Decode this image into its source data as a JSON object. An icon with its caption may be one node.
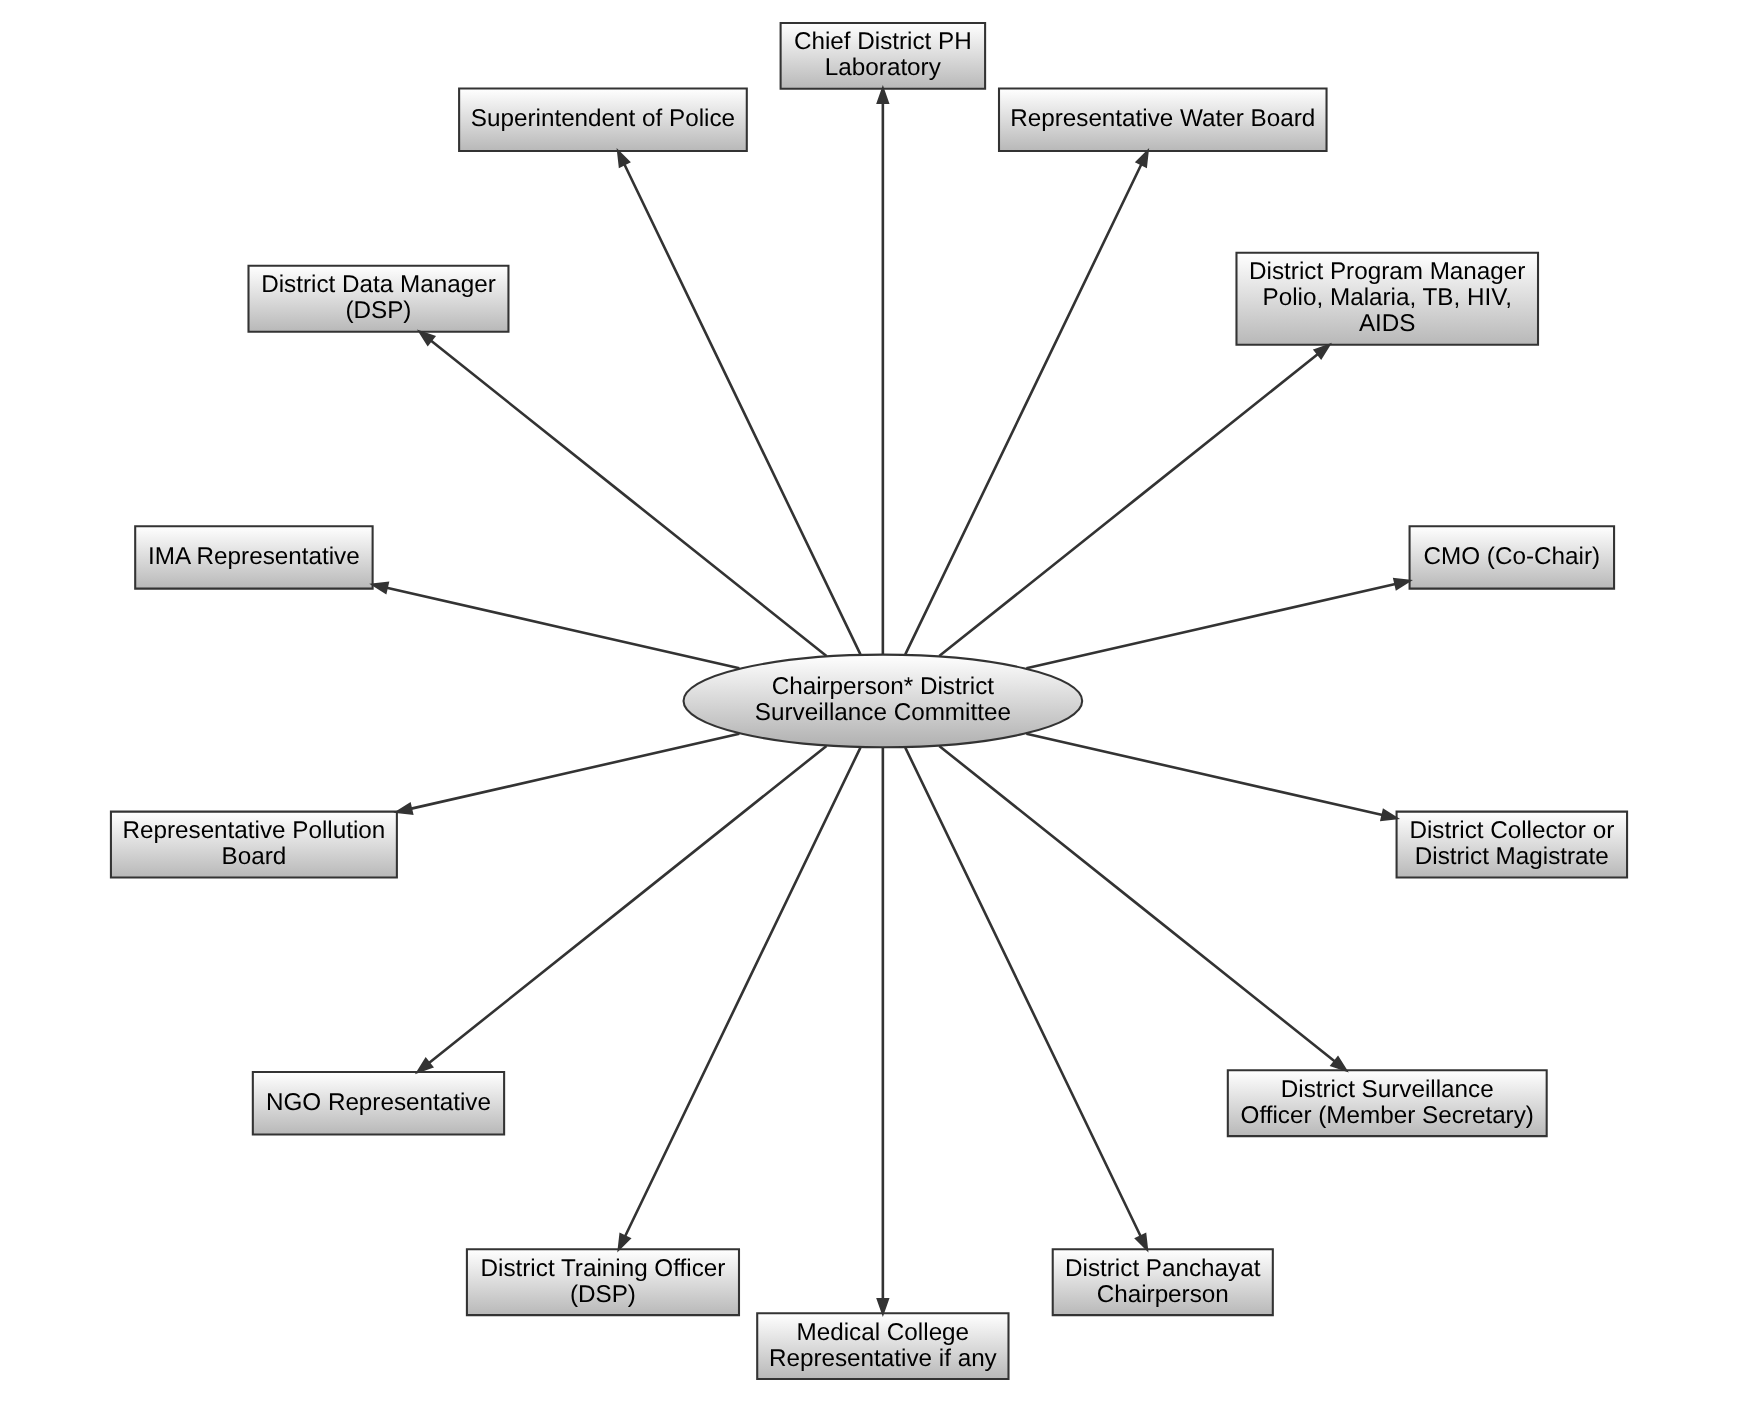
{
  "diagram": {
    "nodes": [
      {
        "text": [
          "Chairperson* District Surveillance Committee"
        ]
      },
      {
        "text": [
          "CMO (Co-Chair)"
        ]
      },
      {
        "text": [
          "District Program Manager Polio, Malaria, TB, HIV, AIDS"
        ]
      },
      {
        "text": [
          "Representative Water Board"
        ]
      },
      {
        "text": [
          "Chief District PH Laboratory"
        ]
      },
      {
        "text": [
          "Superintendent of Police"
        ]
      },
      {
        "text": [
          "District Data Manager (DSP)"
        ]
      },
      {
        "text": [
          "IMA Representative"
        ]
      },
      {
        "text": [
          "Representative Pollution Board"
        ]
      },
      {
        "text": [
          "NGO Representative"
        ]
      },
      {
        "text": [
          "District Training Officer (DSP)"
        ]
      },
      {
        "text": [
          "Medical College Representative if any"
        ]
      },
      {
        "text": [
          "District Panchayat Chairperson"
        ]
      },
      {
        "text": [
          "District Surveillance Officer (Member Secretary)"
        ]
      },
      {
        "text": [
          "District Collector or District Magistrate"
        ]
      }
    ],
    "edges": [
      {
        "from": 0,
        "to": 1,
        "arrow": "to"
      },
      {
        "from": 0,
        "to": 2,
        "arrow": "to"
      },
      {
        "from": 0,
        "to": 3,
        "arrow": "to"
      },
      {
        "from": 0,
        "to": 4,
        "arrow": "to"
      },
      {
        "from": 0,
        "to": 5,
        "arrow": "to"
      },
      {
        "from": 0,
        "to": 6,
        "arrow": "to"
      },
      {
        "from": 0,
        "to": 7,
        "arrow": "to"
      },
      {
        "from": 0,
        "to": 8,
        "arrow": "to"
      },
      {
        "from": 0,
        "to": 9,
        "arrow": "to"
      },
      {
        "from": 0,
        "to": 10,
        "arrow": "to"
      },
      {
        "from": 0,
        "to": 11,
        "arrow": "to"
      },
      {
        "from": 0,
        "to": 12,
        "arrow": "to"
      },
      {
        "from": 0,
        "to": 13,
        "arrow": "to"
      },
      {
        "from": 0,
        "to": 14,
        "arrow": "to"
      }
    ]
  }
}
